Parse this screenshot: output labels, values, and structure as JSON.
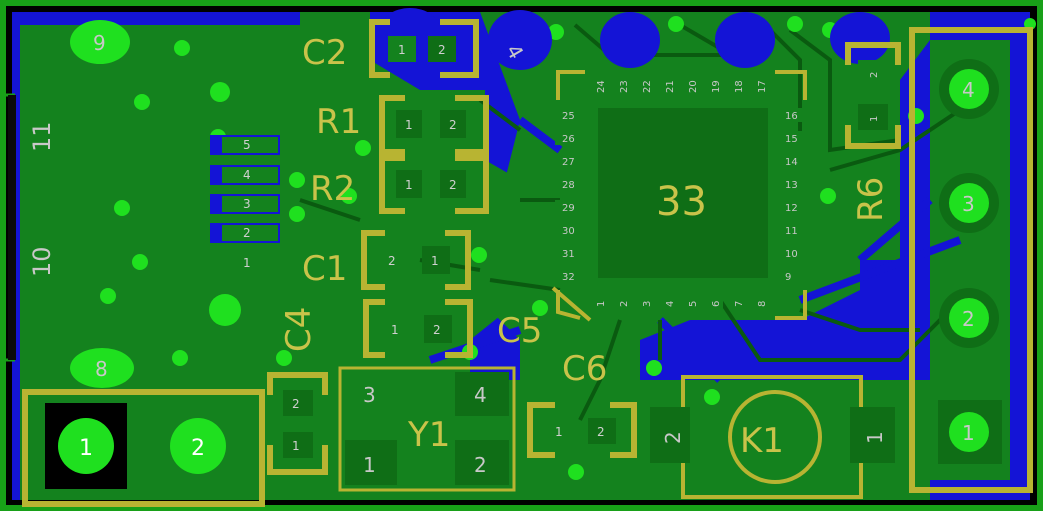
{
  "colors": {
    "background": "#000000",
    "bottom_copper": "#1414d6",
    "top_copper": "#14821e",
    "silkscreen": "#b8b432",
    "via": "#1fe01f",
    "pad": "#0f6e16",
    "board_outline": "#18a018"
  },
  "ic": {
    "label": "33",
    "pins_left": [
      "25",
      "26",
      "27",
      "28",
      "29",
      "30",
      "31",
      "32"
    ],
    "pins_right": [
      "16",
      "15",
      "14",
      "13",
      "12",
      "11",
      "10",
      "9"
    ],
    "pins_top": [
      "24",
      "23",
      "22",
      "21",
      "20",
      "19",
      "18",
      "17"
    ],
    "pins_bottom": [
      "1",
      "2",
      "3",
      "4",
      "5",
      "6",
      "7",
      "8"
    ]
  },
  "labels": {
    "c2": "C2",
    "r1": "R1",
    "r2": "R2",
    "c1": "C1",
    "c4": "C4",
    "c5": "C5",
    "c6": "C6",
    "y1": "Y1",
    "k1": "K1",
    "r6": "R6"
  },
  "pads": {
    "c2": [
      "1",
      "2"
    ],
    "r1": [
      "1",
      "2"
    ],
    "r2": [
      "1",
      "2"
    ],
    "c1": [
      "2",
      "1"
    ],
    "c4_cap": [
      "1",
      "2"
    ],
    "c4": [
      "2",
      "1"
    ],
    "c6": [
      "1",
      "2"
    ],
    "r6": [
      "2",
      "1"
    ],
    "y1": [
      "3",
      "4",
      "1",
      "2"
    ],
    "k1": [
      "2",
      "1"
    ]
  },
  "connector": {
    "pins": [
      "5",
      "4",
      "3",
      "2",
      "1"
    ]
  },
  "usb": {
    "holes": [
      "9",
      "8"
    ],
    "side_numbers": [
      "11",
      "10"
    ],
    "pads": [
      "1",
      "2"
    ]
  },
  "header": {
    "pins": [
      "4",
      "3",
      "2",
      "1"
    ]
  },
  "bottom_pad_labels": [
    "4"
  ]
}
